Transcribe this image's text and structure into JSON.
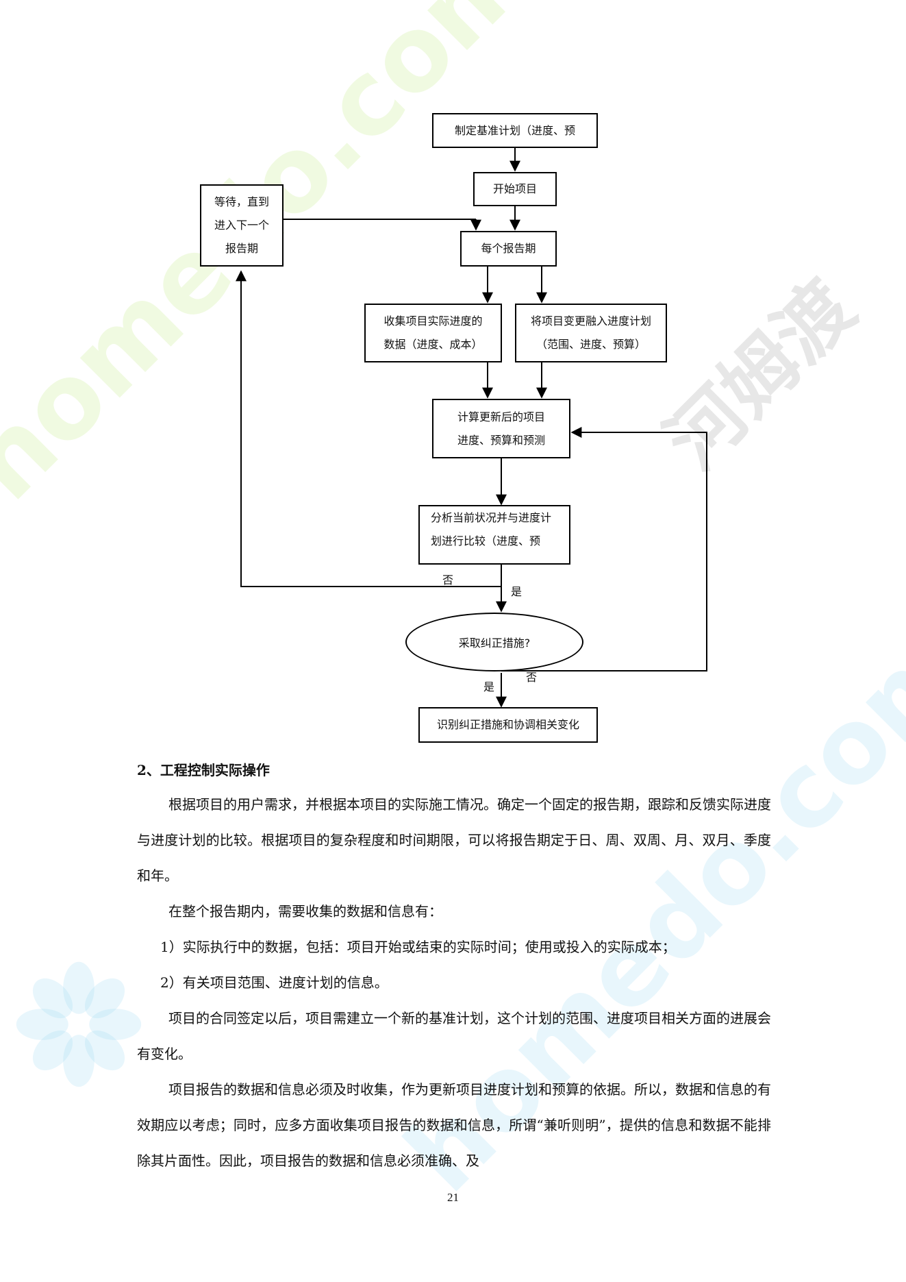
{
  "flowchart": {
    "baseline": "制定基准计划（进度、预",
    "start": "开始项目",
    "period": "每个报告期",
    "wait": [
      "等待，直到",
      "进入下一个",
      "报告期"
    ],
    "collect": [
      "收集项目实际进度的",
      "数据（进度、成本）"
    ],
    "merge": [
      "将项目变更融入进度计划",
      "（范围、进度、预算）"
    ],
    "calculate": [
      "计算更新后的项目",
      "进度、预算和预测"
    ],
    "analyze": [
      "分析当前状况并与进度计",
      "划进行比较（进度、预"
    ],
    "decision": "采取纠正措施?",
    "identify": "识别纠正措施和协调相关变化",
    "label_no_1": "否",
    "label_yes_1": "是",
    "label_no_2": "否",
    "label_yes_2": "是"
  },
  "section": {
    "heading": "2、工程控制实际操作",
    "paragraphs": [
      "根据项目的用户需求，并根据本项目的实际施工情况。确定一个固定的报告期，跟踪和反馈实际进度与进度计划的比较。根据项目的复杂程度和时间期限，可以将报告期定于日、周、双周、月、双月、季度和年。",
      "在整个报告期内，需要收集的数据和信息有：",
      "1）实际执行中的数据，包括：项目开始或结束的实际时间；使用或投入的实际成本；",
      "2）有关项目范围、进度计划的信息。",
      "项目的合同签定以后，项目需建立一个新的基准计划，这个计划的范围、进度项目相关方面的进展会有变化。",
      "项目报告的数据和信息必须及时收集，作为更新项目进度计划和预算的依据。所以，数据和信息的有效期应以考虑；同时，应多方面收集项目报告的数据和信息，所谓“兼听则明”，提供的信息和数据不能排除其片面性。因此，项目报告的数据和信息必须准确、及"
    ]
  },
  "page_number": "21",
  "colors": {
    "watermark_green": "#bce878",
    "watermark_blue": "#96d7f0",
    "watermark_gray": "#787878"
  }
}
